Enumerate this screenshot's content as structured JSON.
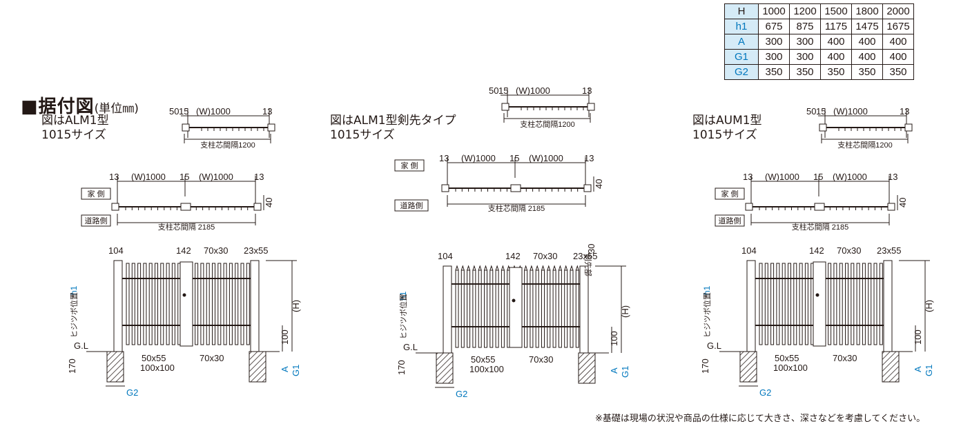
{
  "title": {
    "main": "■据付図",
    "unit": "(単位㎜)"
  },
  "captions": {
    "left": [
      "図はALM1型",
      "1015サイズ"
    ],
    "center": [
      "図はALM1型剣先タイプ",
      "1015サイズ"
    ],
    "right": [
      "図はAUM1型",
      "1015サイズ"
    ]
  },
  "table": {
    "header_label": "H",
    "header_values": [
      "1000",
      "1200",
      "1500",
      "1800",
      "2000"
    ],
    "rows": [
      {
        "label": "h1",
        "values": [
          "675",
          "875",
          "1175",
          "1475",
          "1675"
        ]
      },
      {
        "label": "A",
        "values": [
          "300",
          "300",
          "400",
          "400",
          "400"
        ]
      },
      {
        "label": "G1",
        "values": [
          "300",
          "300",
          "400",
          "400",
          "400"
        ]
      },
      {
        "label": "G2",
        "values": [
          "350",
          "350",
          "350",
          "350",
          "350"
        ]
      }
    ]
  },
  "dims": {
    "d50": "50",
    "d15": "15",
    "d13": "13",
    "w1000": "(W)1000",
    "pitch1200": "支柱芯間隔1200",
    "pitch2185": "支柱芯間隔 2185",
    "d40": "40",
    "house": "家 側",
    "road": "道路側",
    "d104": "104",
    "d142": "142",
    "d70x30": "70x30",
    "d23x55": "23x55",
    "gl": "G.L",
    "d170": "170",
    "d50x55": "50x55",
    "d100x100": "100x100",
    "d100": "100",
    "a": "A",
    "g1": "G1",
    "g2": "G2",
    "h": "(H)",
    "h1": "h1",
    "hinge": "ヒジツボ位置",
    "spear": "剣先部",
    "d30": "30"
  },
  "footnote": "※基礎は現場の状況や商品の仕様に応じて大きさ、深さなどを考慮してください。"
}
